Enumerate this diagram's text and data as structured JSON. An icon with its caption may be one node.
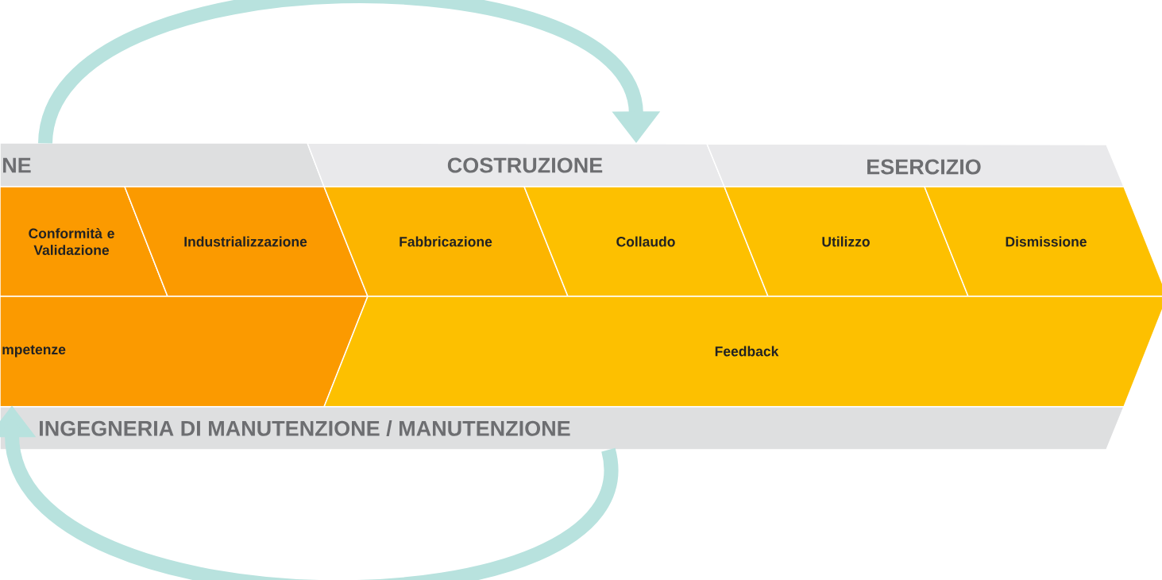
{
  "diagram": {
    "nodes": [
      {
        "text": [
          "NE"
        ]
      },
      {
        "text": [
          "COSTRUZIONE"
        ]
      },
      {
        "text": [
          "ESERCIZIO"
        ]
      },
      {
        "text": [
          "Conformità e Validazione"
        ]
      },
      {
        "text": [
          "Industrializzazione"
        ]
      },
      {
        "text": [
          "Fabbricazione"
        ]
      },
      {
        "text": [
          "Collaudo"
        ]
      },
      {
        "text": [
          "Utilizzo"
        ]
      },
      {
        "text": [
          "Dismissione"
        ]
      },
      {
        "text": [
          "mpetenze"
        ]
      },
      {
        "text": [
          "Feedback"
        ]
      },
      {
        "text": [
          "INGEGNERIA DI MANUTENZIONE / MANUTENZIONE"
        ]
      }
    ],
    "edges": [
      {
        "from": 0,
        "to": 1,
        "arrow": "to"
      },
      {
        "from": 11,
        "to": 9,
        "arrow": "to"
      }
    ]
  }
}
